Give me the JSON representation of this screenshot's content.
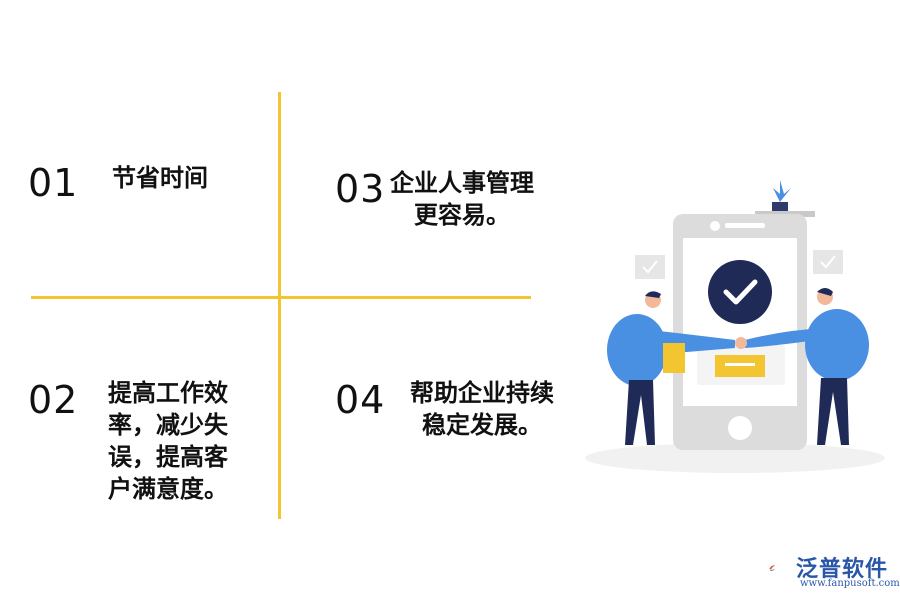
{
  "items": [
    {
      "num": "01",
      "text": "节省时间"
    },
    {
      "num": "03",
      "lines": [
        "企业人事管理",
        "更容易。"
      ]
    },
    {
      "num": "02",
      "lines": [
        "提高工作效",
        "率，减少失",
        "误，提高客",
        "户满意度。"
      ]
    },
    {
      "num": "04",
      "lines": [
        "帮助企业持续",
        "稳定发展。"
      ]
    }
  ],
  "logo": {
    "name": "泛普软件",
    "url": "www.fanpusoft.com"
  },
  "colors": {
    "accent": "#f2c531",
    "blue": "#4a90e2",
    "navy": "#1f2a56",
    "phone": "#dcdcdc"
  }
}
